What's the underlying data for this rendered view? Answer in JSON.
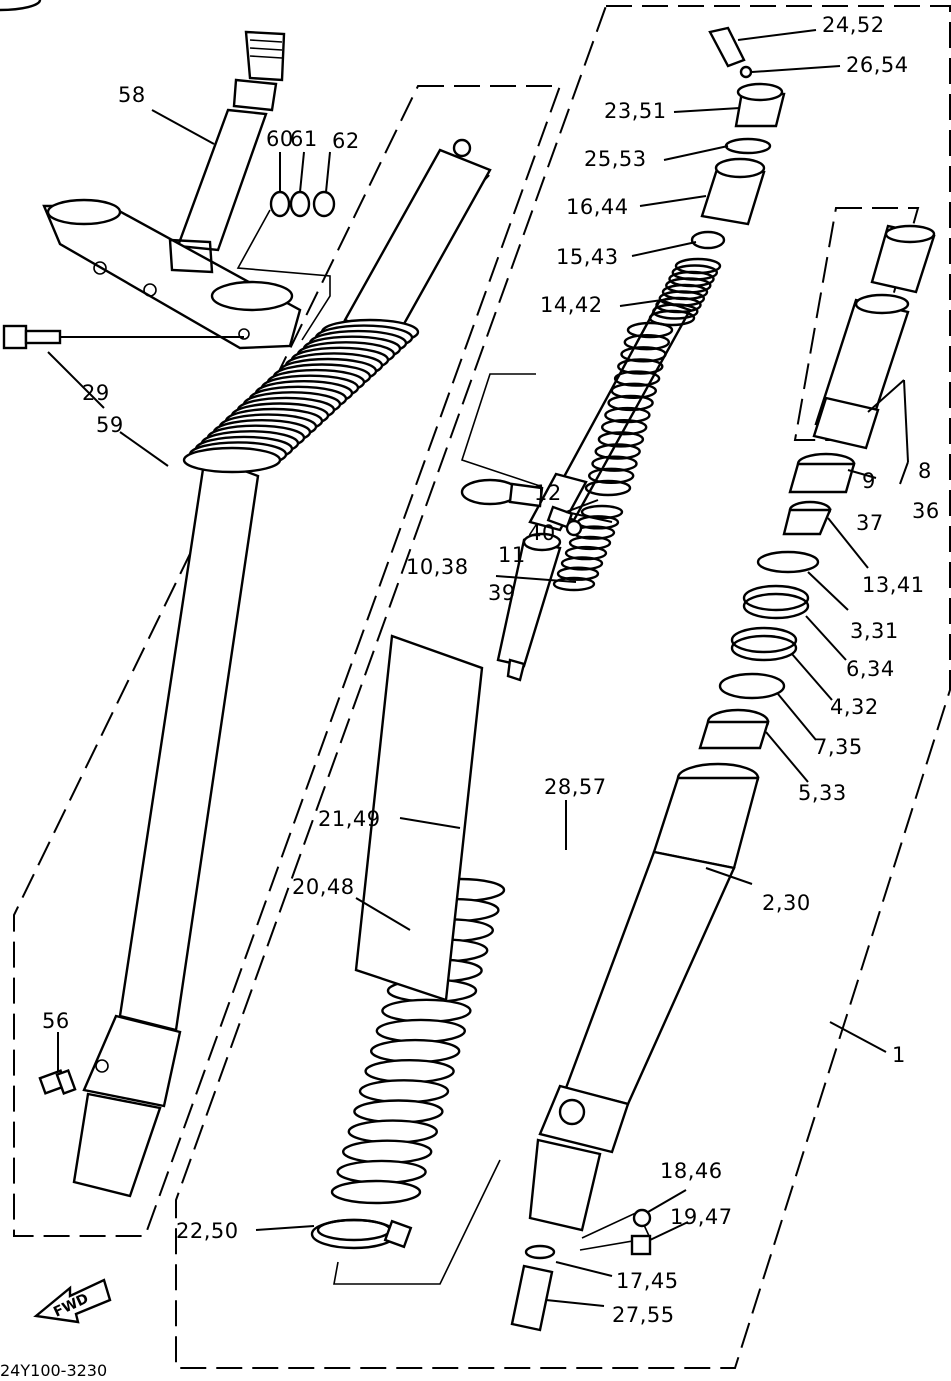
{
  "diagram": {
    "drawing_code": "24Y100-3230",
    "direction_marker": "FWD",
    "callouts": [
      {
        "id": "c58",
        "text": "58"
      },
      {
        "id": "c60",
        "text": "60"
      },
      {
        "id": "c61",
        "text": "61"
      },
      {
        "id": "c62",
        "text": "62"
      },
      {
        "id": "c59",
        "text": "59"
      },
      {
        "id": "c29",
        "text": "29"
      },
      {
        "id": "c56",
        "text": "56"
      },
      {
        "id": "c24_52",
        "text": "24,52"
      },
      {
        "id": "c26_54",
        "text": "26,54"
      },
      {
        "id": "c23_51",
        "text": "23,51"
      },
      {
        "id": "c25_53",
        "text": "25,53"
      },
      {
        "id": "c16_44",
        "text": "16,44"
      },
      {
        "id": "c15_43",
        "text": "15,43"
      },
      {
        "id": "c14_42",
        "text": "14,42"
      },
      {
        "id": "c12",
        "text": "12"
      },
      {
        "id": "c40",
        "text": "40"
      },
      {
        "id": "c10_38",
        "text": "10,38"
      },
      {
        "id": "c11",
        "text": "11"
      },
      {
        "id": "c39",
        "text": "39"
      },
      {
        "id": "c28_57",
        "text": "28,57"
      },
      {
        "id": "c21_49",
        "text": "21,49"
      },
      {
        "id": "c20_48",
        "text": "20,48"
      },
      {
        "id": "c22_50",
        "text": "22,50"
      },
      {
        "id": "c8",
        "text": "8"
      },
      {
        "id": "c36",
        "text": "36"
      },
      {
        "id": "c9",
        "text": "9"
      },
      {
        "id": "c37",
        "text": "37"
      },
      {
        "id": "c13_41",
        "text": "13,41"
      },
      {
        "id": "c3_31",
        "text": "3,31"
      },
      {
        "id": "c6_34",
        "text": "6,34"
      },
      {
        "id": "c4_32",
        "text": "4,32"
      },
      {
        "id": "c7_35",
        "text": "7,35"
      },
      {
        "id": "c5_33",
        "text": "5,33"
      },
      {
        "id": "c2_30",
        "text": "2,30"
      },
      {
        "id": "c1",
        "text": "1"
      },
      {
        "id": "c18_46",
        "text": "18,46"
      },
      {
        "id": "c19_47",
        "text": "19,47"
      },
      {
        "id": "c17_45",
        "text": "17,45"
      },
      {
        "id": "c27_55",
        "text": "27,55"
      }
    ]
  }
}
